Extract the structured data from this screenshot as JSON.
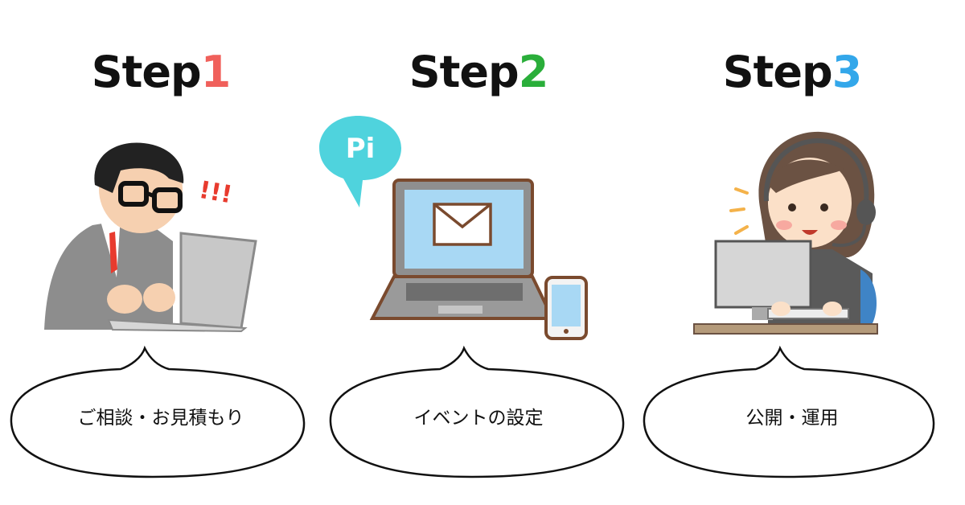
{
  "steps": [
    {
      "word": "Step",
      "number": "1",
      "number_color": "#f0605b",
      "caption": "ご相談・お見積もり",
      "illustration": "businessman-at-computer",
      "exclamation": "!!!"
    },
    {
      "word": "Step",
      "number": "2",
      "number_color": "#2aae3a",
      "caption": "イベントの設定",
      "illustration": "laptop-with-mail-and-phone",
      "badge": "Pi"
    },
    {
      "word": "Step",
      "number": "3",
      "number_color": "#33a7ea",
      "caption": "公開・運用",
      "illustration": "operator-with-headset"
    }
  ]
}
